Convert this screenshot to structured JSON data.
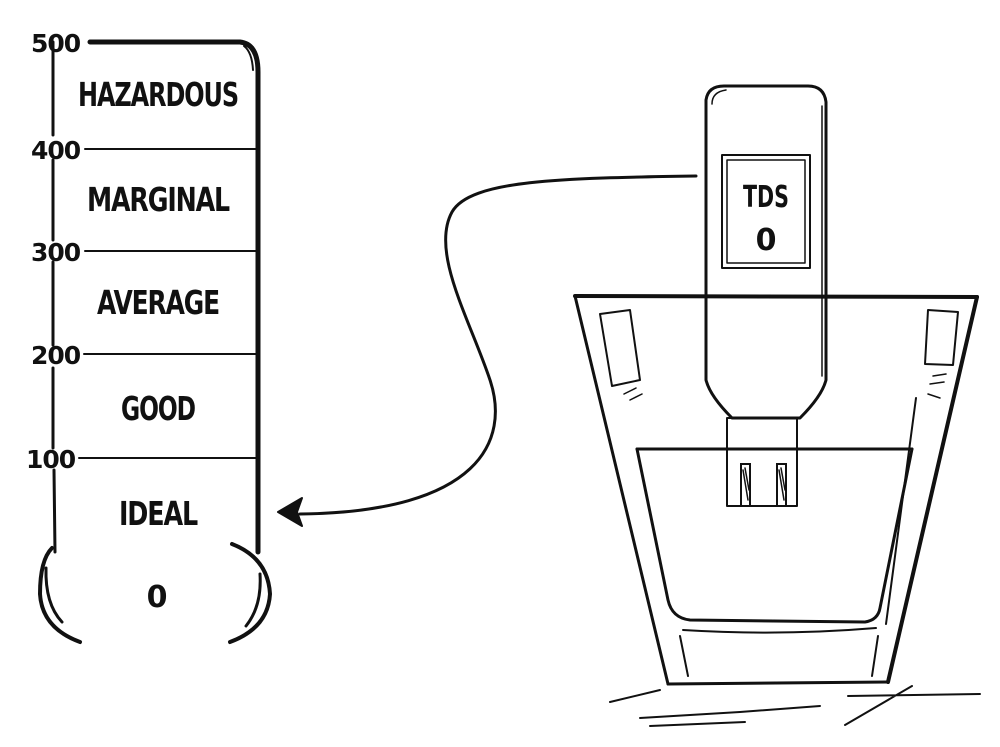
{
  "scale": {
    "ticks": [
      {
        "label": "500",
        "value": 500
      },
      {
        "label": "400",
        "value": 400
      },
      {
        "label": "300",
        "value": 300
      },
      {
        "label": "200",
        "value": 200
      },
      {
        "label": "100",
        "value": 100
      }
    ],
    "bands": [
      {
        "label": "HAZARDOUS"
      },
      {
        "label": "MARGINAL"
      },
      {
        "label": "AVERAGE"
      },
      {
        "label": "GOOD"
      },
      {
        "label": "IDEAL"
      }
    ],
    "bulb_label": "0"
  },
  "meter": {
    "title": "TDS",
    "reading": "0"
  },
  "colors": {
    "ink": "#111111",
    "background": "#ffffff"
  }
}
